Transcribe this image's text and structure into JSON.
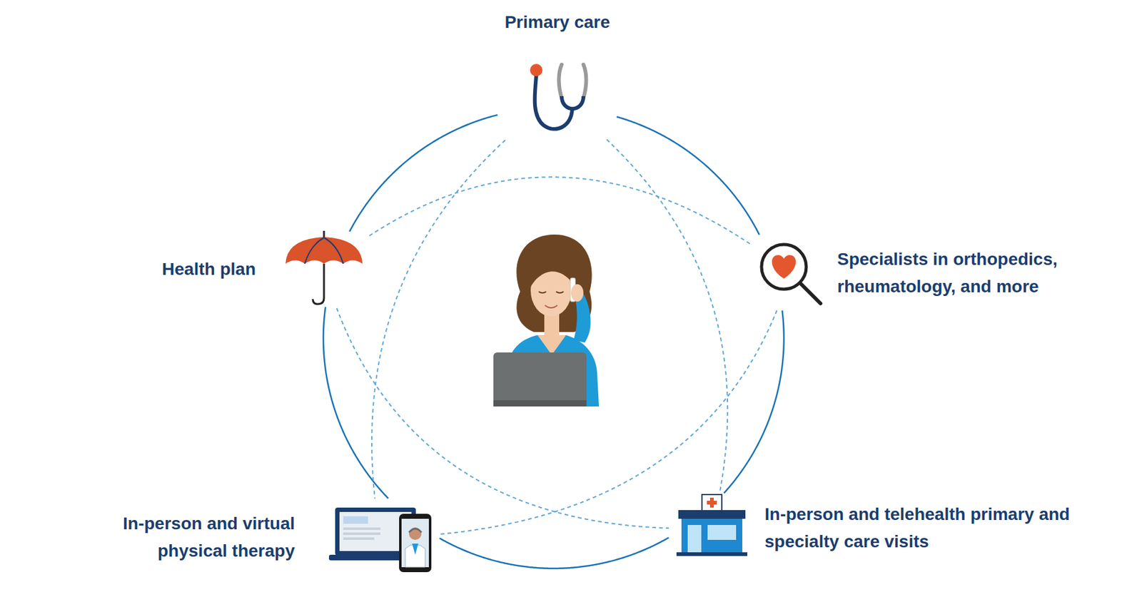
{
  "diagram": {
    "nodes": [
      {
        "text": [
          "Primary care"
        ]
      },
      {
        "text": [
          "Health plan"
        ]
      },
      {
        "text": [
          "Specialists in orthopedics, rheumatology, and more"
        ]
      },
      {
        "text": [
          "In-person and virtual physical therapy"
        ]
      },
      {
        "text": [
          "In-person and telehealth primary and specialty care visits"
        ]
      }
    ],
    "edges": [
      {
        "from": 0,
        "to": 2,
        "arrow": "none"
      },
      {
        "from": 2,
        "to": 4,
        "arrow": "none"
      },
      {
        "from": 4,
        "to": 3,
        "arrow": "none"
      },
      {
        "from": 3,
        "to": 1,
        "arrow": "none"
      },
      {
        "from": 1,
        "to": 0,
        "arrow": "none"
      },
      {
        "from": 0,
        "to": 4,
        "arrow": "none"
      },
      {
        "from": 0,
        "to": 3,
        "arrow": "none"
      },
      {
        "from": 1,
        "to": 2,
        "arrow": "none"
      },
      {
        "from": 1,
        "to": 4,
        "arrow": "none"
      },
      {
        "from": 2,
        "to": 3,
        "arrow": "none"
      }
    ]
  }
}
